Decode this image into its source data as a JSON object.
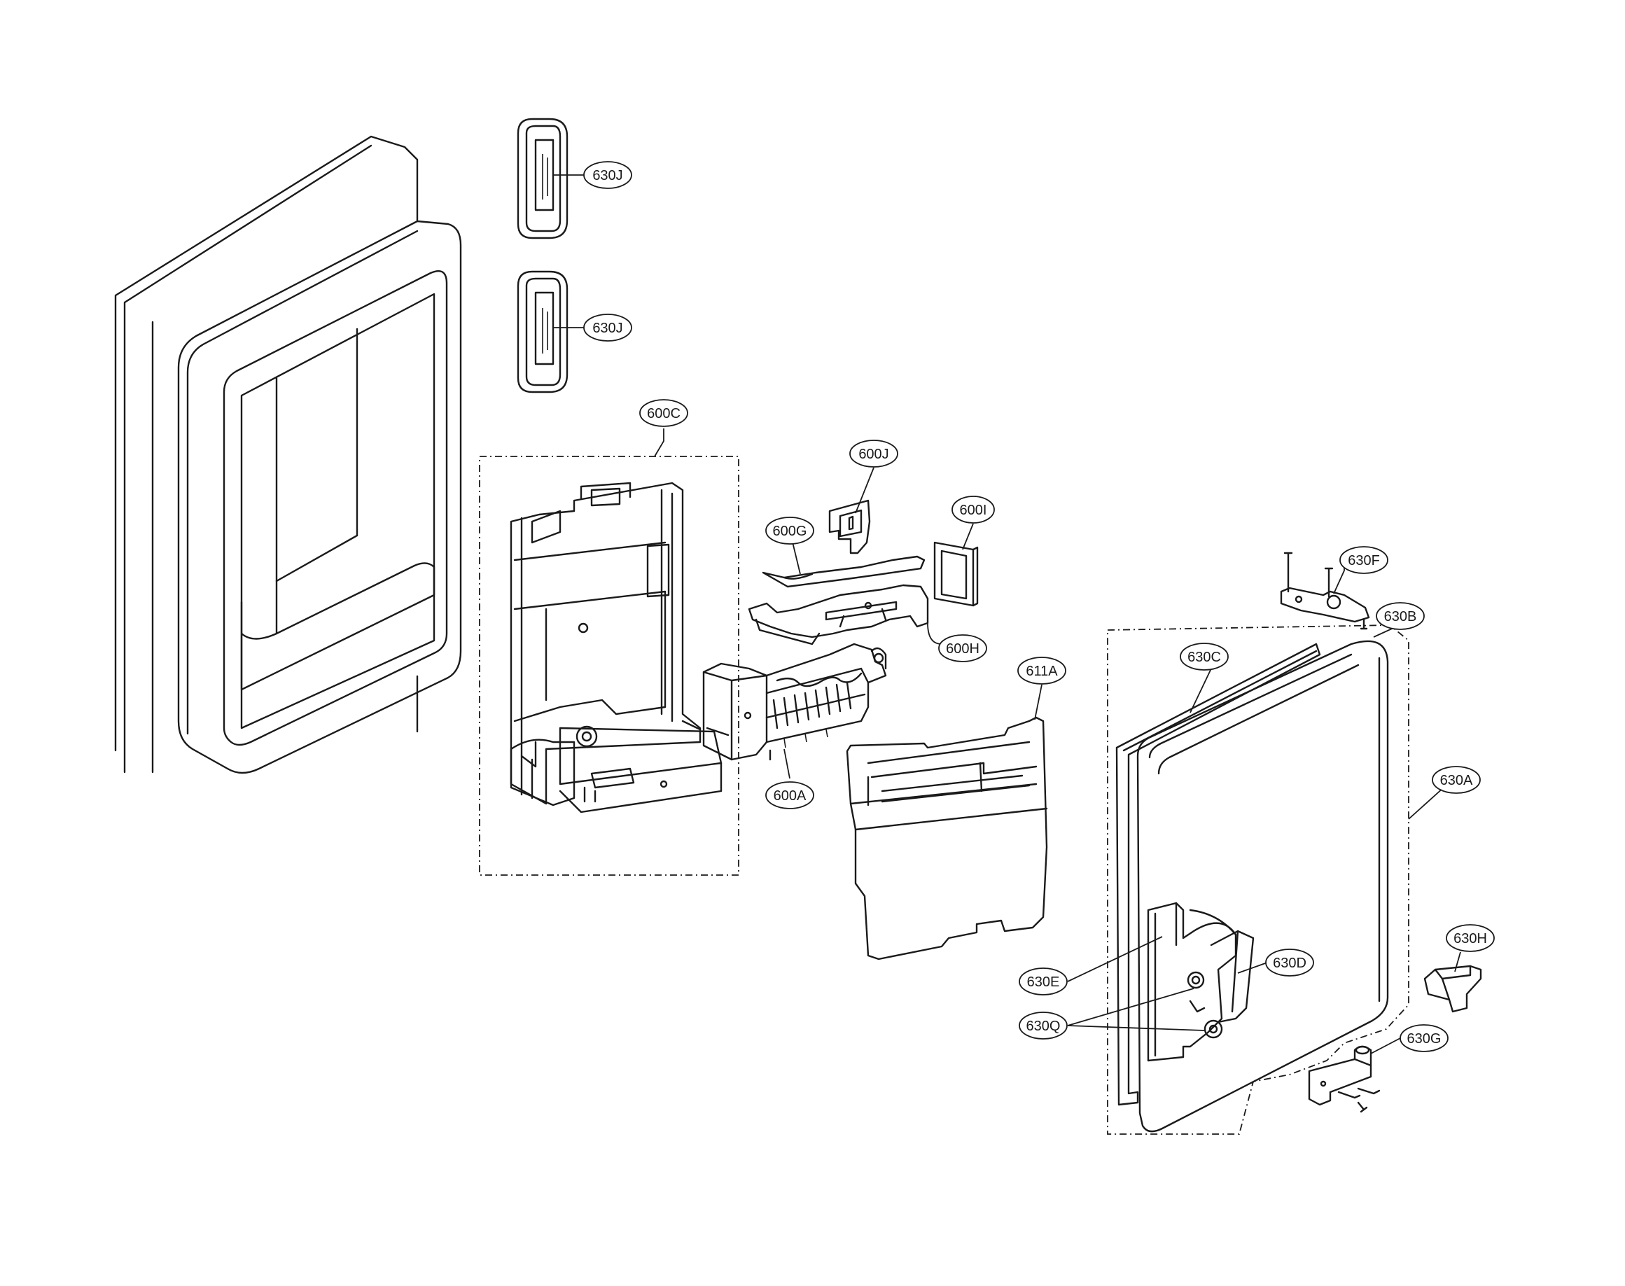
{
  "callouts": {
    "c630J_a": "630J",
    "c630J_b": "630J",
    "c600C": "600C",
    "c600J": "600J",
    "c600G": "600G",
    "c600I": "600I",
    "c600H": "600H",
    "c600A": "600A",
    "c611A": "611A",
    "c630F": "630F",
    "c630B": "630B",
    "c630C": "630C",
    "c630A": "630A",
    "c630H": "630H",
    "c630D": "630D",
    "c630E": "630E",
    "c630Q": "630Q",
    "c630G": "630G"
  }
}
